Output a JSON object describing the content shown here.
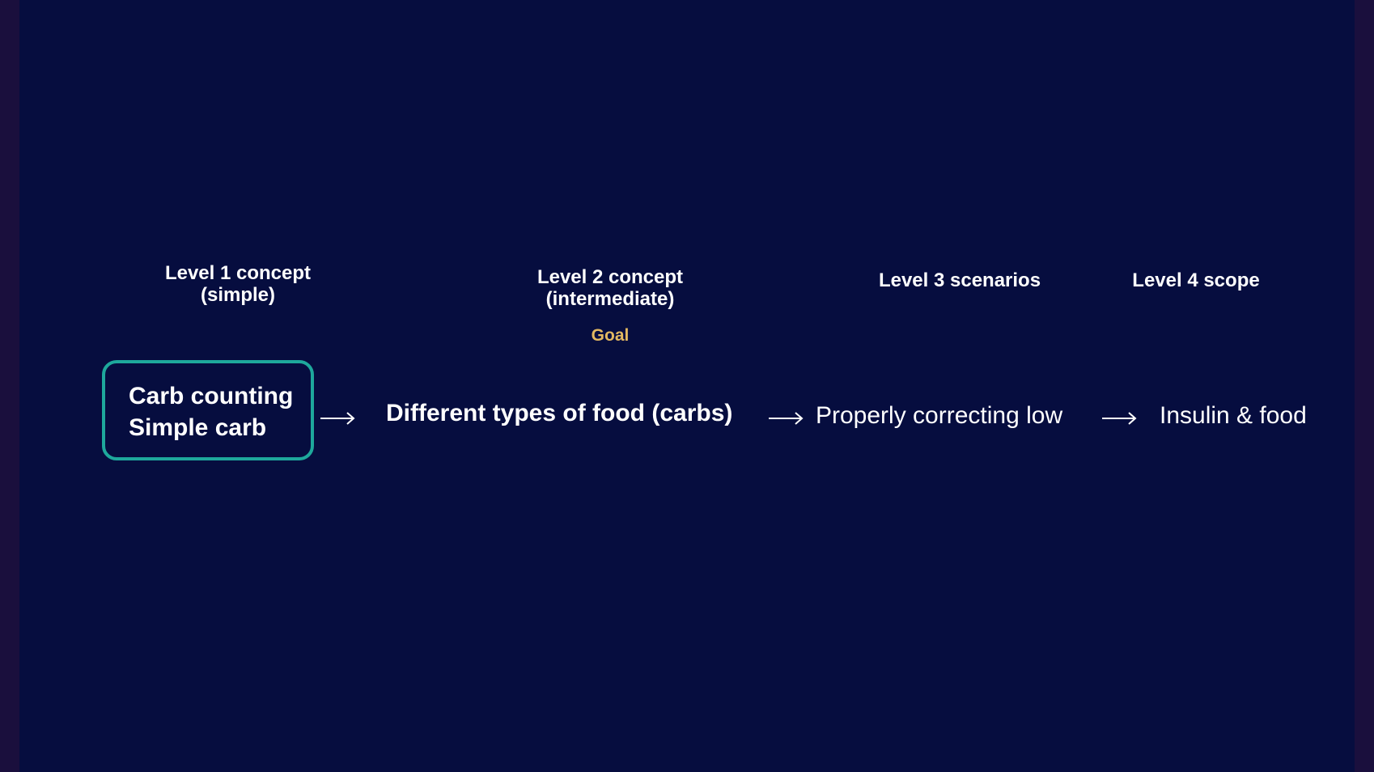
{
  "levels": [
    {
      "line1": "Level 1 concept",
      "line2": "(simple)"
    },
    {
      "line1": "Level 2 concept",
      "line2": "(intermediate)"
    },
    {
      "line1": "Level 3 scenarios"
    },
    {
      "line1": "Level 4 scope"
    }
  ],
  "goal_label": "Goal",
  "nodes": {
    "level1": {
      "line1": "Carb counting",
      "line2": "Simple carb"
    },
    "level2": "Different types of food (carbs)",
    "level3": "Properly correcting low",
    "level4": "Insulin & food"
  },
  "colors": {
    "background": "#060d3f",
    "highlight_border": "#1ea89c",
    "goal_text": "#e3b861",
    "text": "#ffffff"
  }
}
